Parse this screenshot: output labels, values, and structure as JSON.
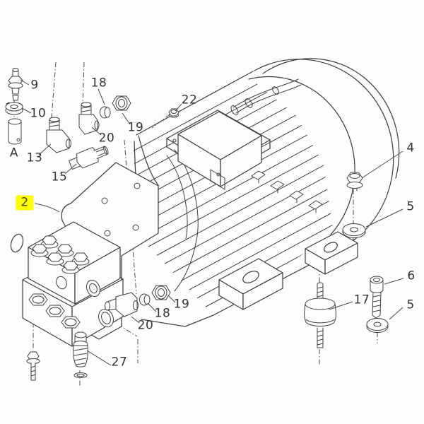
{
  "figure": {
    "kind": "exploded-parts-diagram",
    "subject": "motor-pump-assembly",
    "colors": {
      "background": "#fdfdfd",
      "line": "#3f3f3f",
      "label_text": "#333333",
      "highlight_bg": "#ffff00"
    }
  },
  "callouts": [
    {
      "text": "9",
      "target": "nozzle-fitting",
      "highlighted": false
    },
    {
      "text": "10",
      "target": "slotted-nut",
      "highlighted": false
    },
    {
      "text": "A",
      "target": "sleeve-tube",
      "highlighted": false
    },
    {
      "text": "13",
      "target": "elbow-fitting",
      "highlighted": false
    },
    {
      "text": "15",
      "target": "straight-fitting",
      "highlighted": false
    },
    {
      "text": "18",
      "target": "ferrule-top",
      "highlighted": false
    },
    {
      "text": "19",
      "target": "union-nut-top",
      "highlighted": false
    },
    {
      "text": "20",
      "target": "elbow-union-top",
      "highlighted": false
    },
    {
      "text": "22",
      "target": "small-hex-nut",
      "highlighted": false
    },
    {
      "text": "2",
      "target": "mounting-bracket",
      "highlighted": true
    },
    {
      "text": "4",
      "target": "hex-bolt",
      "highlighted": false
    },
    {
      "text": "5",
      "target": "washer-upper",
      "highlighted": false
    },
    {
      "text": "6",
      "target": "socket-head-screw",
      "highlighted": false
    },
    {
      "text": "17",
      "target": "rubber-vibration-mount",
      "highlighted": false
    },
    {
      "text": "5",
      "target": "washer-lower",
      "highlighted": false
    },
    {
      "text": "18",
      "target": "ferrule-bottom",
      "highlighted": false
    },
    {
      "text": "19",
      "target": "union-nut-bottom",
      "highlighted": false
    },
    {
      "text": "20",
      "target": "elbow-union-bottom",
      "highlighted": false
    },
    {
      "text": "27",
      "target": "plug-fitting",
      "highlighted": false
    }
  ]
}
